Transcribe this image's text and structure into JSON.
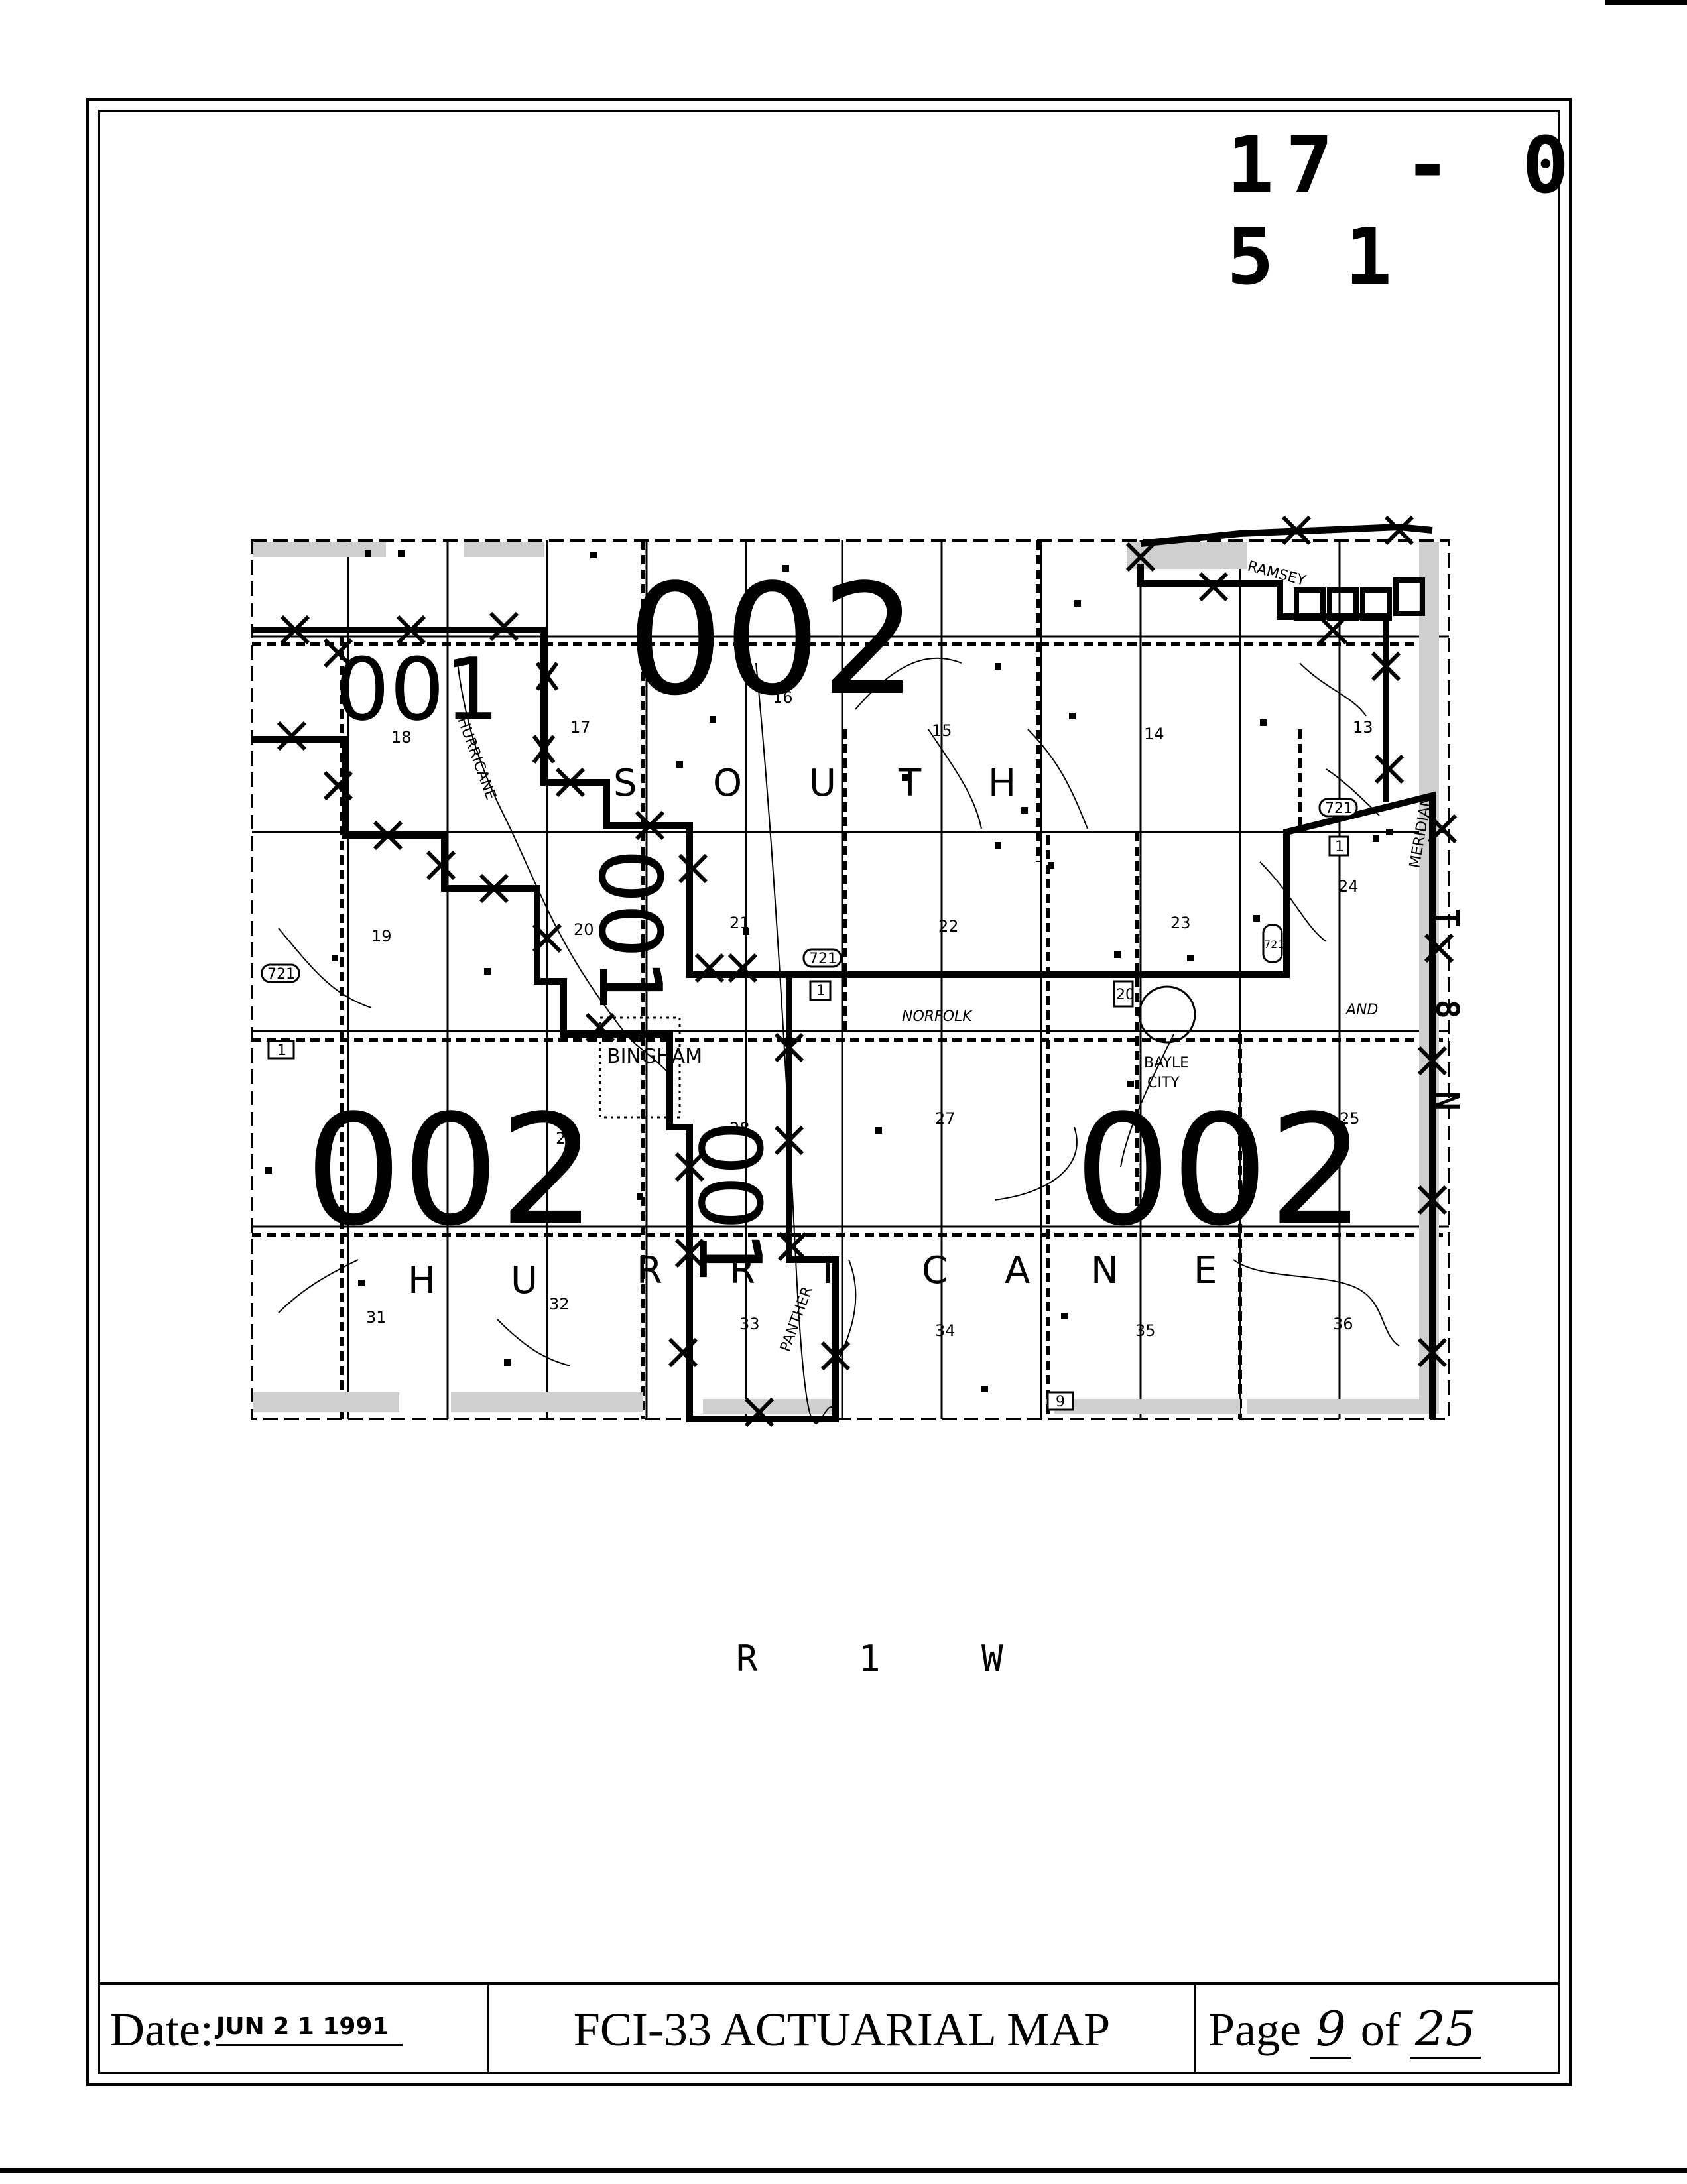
{
  "map_id": "17 - 0 5 1",
  "range_label": "R 1 W",
  "township_label": "T 8 N",
  "sections": [
    "18",
    "17",
    "16",
    "15",
    "14",
    "13",
    "19",
    "20",
    "21",
    "22",
    "23",
    "24",
    "29",
    "28",
    "27",
    "25",
    "31",
    "32",
    "33",
    "34",
    "35",
    "36"
  ],
  "township_name_1": [
    "S",
    "O",
    "U",
    "T",
    "H"
  ],
  "township_name_2": [
    "H",
    "U",
    "R",
    "R",
    "I",
    "C",
    "A",
    "N",
    "E"
  ],
  "zone_labels": {
    "zone_top": "002",
    "zone_left": "001",
    "zone_bottom_left": "002",
    "zone_bottom_right": "002",
    "zone_center_vertical": "001",
    "zone_center_lower": "001"
  },
  "place_labels": {
    "bingham": "BINGHAM",
    "bayle_city_1": "BAYLE",
    "bayle_city_2": "CITY",
    "norfolk": "NORFOLK",
    "hurricane_creek": "HURRICANE",
    "panther_creek": "PANTHER",
    "ramsey": "RAMSEY",
    "meridian": "MERIDIAN",
    "and_label": "AND"
  },
  "road_shields": [
    "721",
    "1",
    "721",
    "721",
    "1",
    "20",
    "721",
    "9",
    "1"
  ],
  "footer": {
    "date_label": "Date:",
    "date_value": "JUN 2 1 1991",
    "title": "FCI-33 ACTUARIAL MAP",
    "page_label": "Page",
    "page_number": "9",
    "of_label": "of",
    "page_total": "25"
  }
}
